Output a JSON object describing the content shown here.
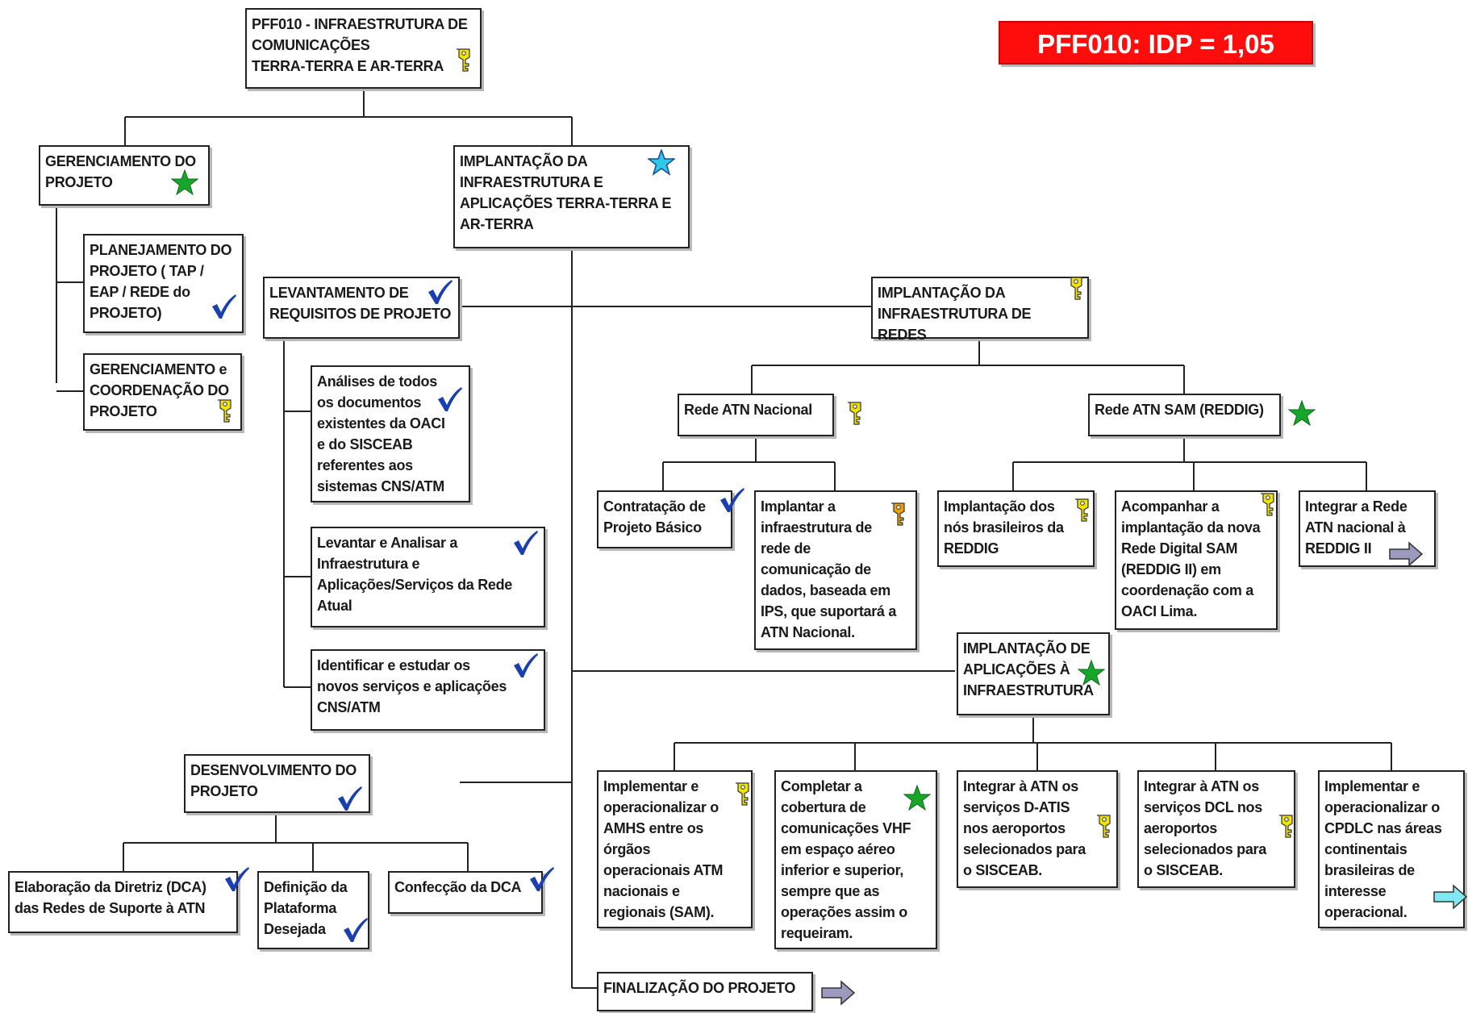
{
  "title_badge": "PFF010: IDP = 1,05",
  "colors": {
    "status_red": "#ff0d0d",
    "done_check": "#1a3fb0",
    "green_star": "#17a52a",
    "cyan_star": "#30c8e8",
    "key": "#f2e400",
    "key_orange": "#f0a000",
    "arrow_gray": "#9b9bc0",
    "arrow_cyan": "#7fe8f0"
  },
  "nodes": {
    "root": "PFF010 - INFRAESTRUTURA DE\nCOMUNICAÇÕES\nTERRA-TERRA E AR-TERRA",
    "gerenciamento": "GERENCIAMENTO DO\nPROJETO",
    "implantacao_infra_apps": "IMPLANTAÇÃO DA\nINFRAESTRUTURA E\nAPLICAÇÕES TERRA-TERRA E\nAR-TERRA",
    "planejamento": "PLANEJAMENTO DO\nPROJETO ( TAP /\nEAP / REDE do\nPROJETO)",
    "coordenacao": "GERENCIAMENTO e\nCOORDENAÇÃO DO\nPROJETO",
    "levantamento": "LEVANTAMENTO DE\nREQUISITOS DE PROJETO",
    "analises": "Análises de todos\nos documentos\nexistentes da OACI\ne do SISCEAB\nreferentes aos\nsistemas CNS/ATM",
    "levantar": "Levantar e Analisar a\nInfraestrutura e\nAplicações/Serviços da Rede\nAtual",
    "identificar": "Identificar e estudar os\nnovos serviços e aplicações\nCNS/ATM",
    "infra_redes": "IMPLANTAÇÃO DA\nINFRAESTRUTURA DE REDES",
    "rede_nacional": "Rede ATN Nacional",
    "rede_sam": "Rede ATN SAM (REDDIG)",
    "contratacao": "Contratação de\nProjeto Básico",
    "implantar_ips": "Implantar a\ninfraestrutura de\nrede de\ncomunicação de\ndados, baseada em\nIPS, que suportará a\nATN Nacional.",
    "nos_brasileiros": "Implantação dos\nnós brasileiros da\nREDDIG",
    "acompanhar": "Acompanhar a\nimplantação da nova\nRede Digital SAM\n(REDDIG II) em\ncoordenação com a\nOACI Lima.",
    "integrar_rede": "Integrar a Rede\nATN nacional à\nREDDIG II",
    "aplicacoes": "IMPLANTAÇÃO DE\nAPLICAÇÕES À\nINFRAESTRUTURA",
    "amhs": "Implementar e\noperacionalizar o\nAMHS entre os\nórgãos\noperacionais ATM\nnacionais e\nregionais (SAM).",
    "vhf": "Completar a\ncobertura de\ncomunicações VHF\nem espaço aéreo\ninferior e superior,\nsempre que as\noperações assim o\nrequeiram.",
    "datis": "Integrar à ATN  os\nserviços D-ATIS\nnos aeroportos\nselecionados para\no SISCEAB.",
    "dcl": "Integrar à ATN os\nserviços DCL nos\naeroportos\nselecionados para\no SISCEAB.",
    "cpdlc": "Implementar e\noperacionalizar o\nCPDLC nas áreas\ncontinentais\nbrasileiras de\ninteresse\noperacional.",
    "desenvolvimento": "DESENVOLVIMENTO DO\nPROJETO",
    "elaboracao": "Elaboração da Diretriz (DCA)\ndas Redes de Suporte à ATN",
    "definicao": "Definição da\nPlataforma\nDesejada",
    "confeccao": "Confecção da DCA",
    "finalizacao": "FINALIZAÇÃO DO PROJETO"
  },
  "status_icons": {
    "root": "key-icon",
    "gerenciamento": "green-star-icon",
    "implantacao_infra_apps": "cyan-star-icon",
    "planejamento": "check-icon",
    "coordenacao": "key-icon",
    "levantamento": "check-icon",
    "analises": "check-icon",
    "levantar": "check-icon",
    "identificar": "check-icon",
    "infra_redes": "key-icon",
    "rede_nacional": "key-icon",
    "rede_sam": "green-star-icon",
    "contratacao": "check-icon",
    "implantar_ips": "orange-key-icon",
    "nos_brasileiros": "key-icon",
    "acompanhar": "key-icon",
    "integrar_rede": "gray-arrow-icon",
    "aplicacoes": "green-star-icon",
    "amhs": "key-icon",
    "vhf": "green-star-icon",
    "datis": "key-icon",
    "dcl": "key-icon",
    "cpdlc": "cyan-arrow-icon",
    "desenvolvimento": "check-icon",
    "elaboracao": "check-icon",
    "definicao": "check-icon",
    "confeccao": "check-icon",
    "finalizacao": "gray-arrow-icon"
  }
}
